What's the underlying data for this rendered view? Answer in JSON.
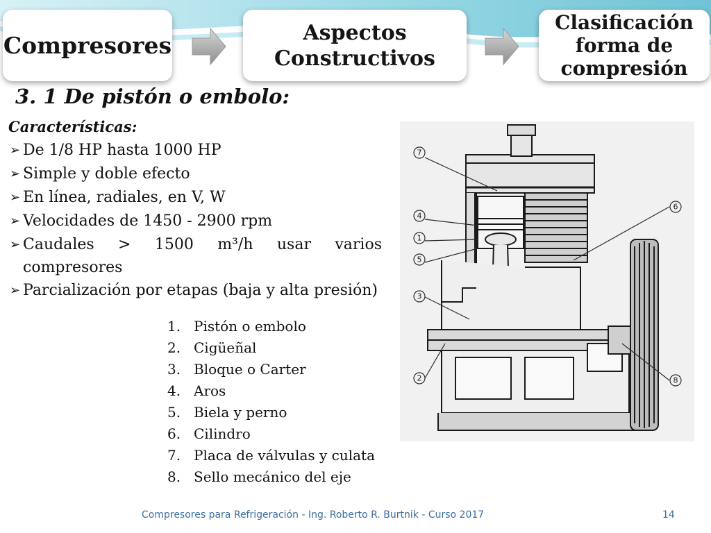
{
  "header": {
    "box1": "Compresores",
    "box2": [
      "Aspectos",
      "Constructivos"
    ],
    "box3": [
      "Clasificación",
      "forma de",
      "compresión"
    ]
  },
  "section_title": "3. 1 De pistón o embolo:",
  "characteristics": {
    "heading": "Características:",
    "bullet_icon": "arrow-bullet-icon",
    "items": [
      "De 1/8 HP hasta 1000 HP",
      "Simple y doble efecto",
      "En línea, radiales, en V, W",
      "Velocidades de 1450 - 2900 rpm",
      "Caudales > 1500 m³/h usar varios compresores",
      "Parcialización por etapas (baja y alta presión)"
    ]
  },
  "parts": [
    {
      "num": "1.",
      "label": "Pistón o embolo"
    },
    {
      "num": "2.",
      "label": "Cigüeñal"
    },
    {
      "num": "3.",
      "label": "Bloque o Carter"
    },
    {
      "num": "4.",
      "label": "Aros"
    },
    {
      "num": "5.",
      "label": "Biela y perno"
    },
    {
      "num": "6.",
      "label": "Cilindro"
    },
    {
      "num": "7.",
      "label": "Placa de válvulas y culata"
    },
    {
      "num": "8.",
      "label": "Sello mecánico del eje"
    }
  ],
  "diagram": {
    "callouts": [
      "7",
      "4",
      "1",
      "5",
      "3",
      "2",
      "6",
      "8"
    ]
  },
  "footer": {
    "text": "Compresores para Refrigeración -  Ing. Roberto R. Burtnik -  Curso 2017",
    "page_number": "14"
  },
  "colors": {
    "wave_teal": "#8fd3e0",
    "wave_light": "#d8f1f6",
    "footer_blue": "#3d6e9f",
    "arrow_gray": "#a9a9a9"
  }
}
